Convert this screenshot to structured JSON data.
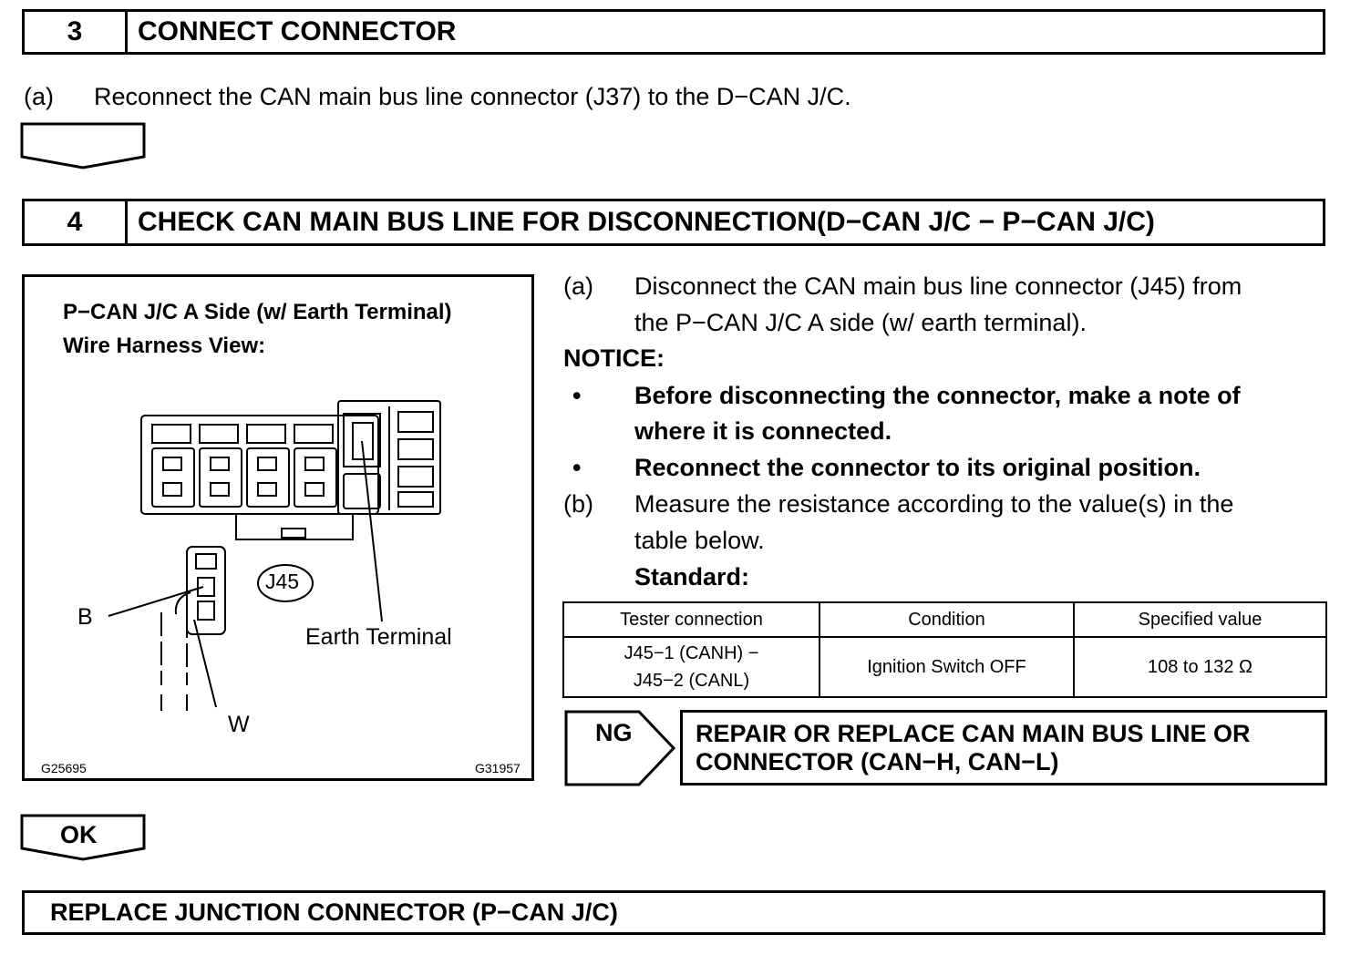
{
  "step3": {
    "number": "3",
    "title": "CONNECT CONNECTOR",
    "a_marker": "(a)",
    "a_text": "Reconnect the CAN main bus line connector (J37) to the D−CAN J/C."
  },
  "step4": {
    "number": "4",
    "title": "CHECK CAN MAIN BUS LINE FOR DISCONNECTION(D−CAN J/C − P−CAN J/C)",
    "a_marker": "(a)",
    "a_line1": "Disconnect the CAN main bus line connector (J45) from",
    "a_line2": "the P−CAN J/C A side (w/ earth terminal).",
    "notice_label": "NOTICE:",
    "bullet1_line1": "Before disconnecting the connector, make a note of",
    "bullet1_line2": "where it is connected.",
    "bullet2": "Reconnect the connector to its original position.",
    "b_marker": "(b)",
    "b_line1": "Measure the resistance according to the value(s) in the",
    "b_line2": "table below.",
    "standard_label": "Standard:",
    "bullet_glyph": "•"
  },
  "figure": {
    "title_line1": "P−CAN J/C A Side (w/ Earth Terminal)",
    "title_line2": "Wire Harness View:",
    "label_connector": "J45",
    "label_b": "B",
    "label_w": "W",
    "label_earth": "Earth Terminal",
    "code_left": "G25695",
    "code_right": "G31957"
  },
  "table": {
    "headers": [
      "Tester connection",
      "Condition",
      "Specified value"
    ],
    "row": {
      "tester_line1": "J45−1 (CANH) −",
      "tester_line2": "J45−2 (CANL)",
      "condition": "Ignition Switch OFF",
      "value": "108 to 132 Ω"
    }
  },
  "ng": {
    "label": "NG",
    "line1": "REPAIR OR REPLACE CAN MAIN BUS LINE OR",
    "line2": "CONNECTOR (CAN−H, CAN−L)"
  },
  "ok": {
    "label": "OK"
  },
  "final": {
    "title": "REPLACE JUNCTION CONNECTOR (P−CAN J/C)"
  }
}
